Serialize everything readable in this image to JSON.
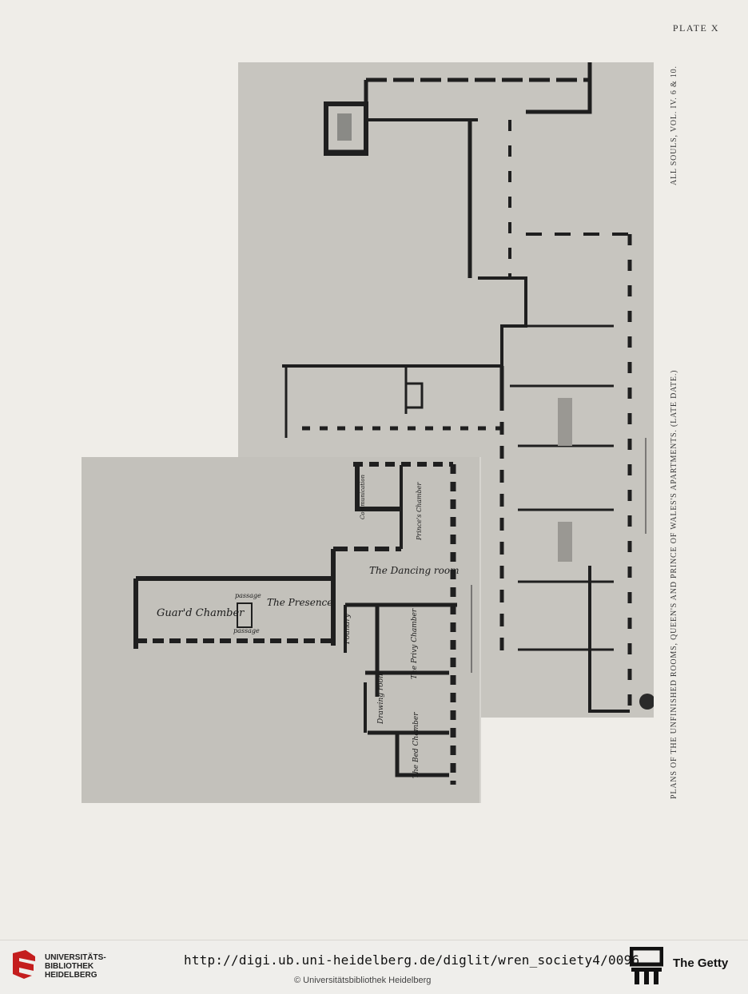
{
  "plate": {
    "label": "PLATE X"
  },
  "captions": {
    "series": "ALL SOULS, VOL. IV. 6 & 10.",
    "title": "PLANS OF THE UNFINISHED ROOMS, QUEEN'S AND PRINCE OF WALES'S APARTMENTS. (LATE DATE.)"
  },
  "plan_labels": {
    "guard_chamber": "Guar'd Chamber",
    "passage_top": "passage",
    "passage_bottom": "passage",
    "presence": "The Presence",
    "dancing_room": "The Dancing room",
    "foundry": "Foundry",
    "privy_chamber": "The Privy Chamber",
    "drawing_room": "Drawing room",
    "bed_chamber": "The Bed Chamber",
    "communication": "Communication",
    "princes_chamber": "Prince's Chamber"
  },
  "colors": {
    "wall": "#1f1f1f",
    "sheet": "#c6c4be",
    "paper": "#efede8"
  },
  "footer": {
    "institution": "UNIVERSITÄTS-\nBIBLIOTHEK\nHEIDELBERG",
    "url": "http://digi.ub.uni-heidelberg.de/diglit/wren_society4/0096",
    "copyright": "© Universitätsbibliothek Heidelberg",
    "partner": "The Getty",
    "logo_icon": "heidelberg-logo-icon",
    "partner_icon": "getty-logo-icon"
  }
}
